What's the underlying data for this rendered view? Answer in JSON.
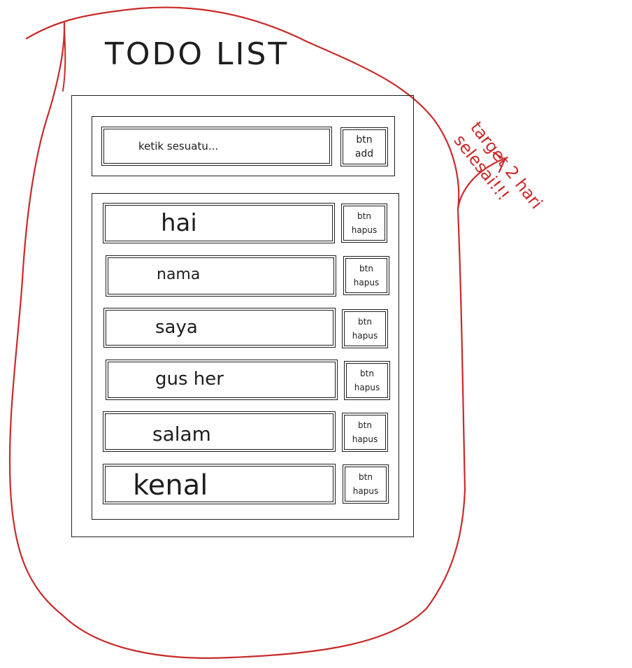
{
  "title": "TODO LIST",
  "input": {
    "placeholder": "ketik sesuatu..."
  },
  "add_button": {
    "label": "btn\nadd"
  },
  "items": [
    {
      "text": "hai",
      "button": "btn\nhapus"
    },
    {
      "text": "nama",
      "button": "btn\nhapus"
    },
    {
      "text": "saya",
      "button": "btn\nhapus"
    },
    {
      "text": "gus her",
      "button": "btn\nhapus"
    },
    {
      "text": "salam",
      "button": "btn\nhapus"
    },
    {
      "text": "kenal",
      "button": "btn\nhapus"
    }
  ],
  "annotation": {
    "text": "target 2 hari\nselesai!!!",
    "color": "#c92a2a"
  },
  "colors": {
    "ink": "#1e1e1e",
    "accent": "#c92a2a"
  }
}
